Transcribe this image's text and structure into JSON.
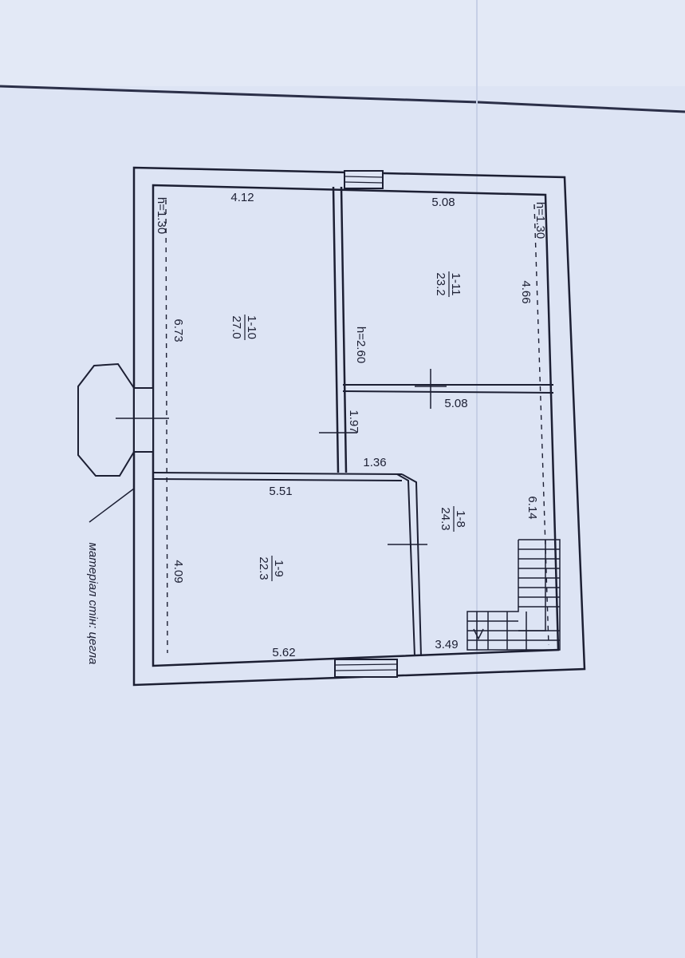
{
  "plan": {
    "wall_material_caption": "матеріал стін: цегла",
    "colors": {
      "paper": "#dde4f4",
      "ink": "#1c1f33",
      "fold": "#c6cfe6"
    },
    "rooms": [
      {
        "id": "room-1-10",
        "number": "1-10",
        "area": "27.0"
      },
      {
        "id": "room-1-11",
        "number": "1-11",
        "area": "23.2"
      },
      {
        "id": "room-1-8",
        "number": "1-8",
        "area": "24.3"
      },
      {
        "id": "room-1-9",
        "number": "1-9",
        "area": "22.3"
      }
    ],
    "dimensions": {
      "top_left_width": "4.12",
      "top_right_width": "5.08",
      "middle_right_width": "5.08",
      "left_upper_height": "6.73",
      "right_upper_height": "4.66",
      "middle_partition": "1.97",
      "corridor_width": "1.36",
      "room_1_9_top_width": "5.51",
      "right_lower_height": "6.14",
      "left_lower_height": "4.09",
      "bottom_left_width": "5.62",
      "bottom_right_width": "3.49"
    },
    "heights": {
      "left_h": "h=1.30",
      "right_h": "h=1.30",
      "center_h": "h=2.60"
    }
  }
}
